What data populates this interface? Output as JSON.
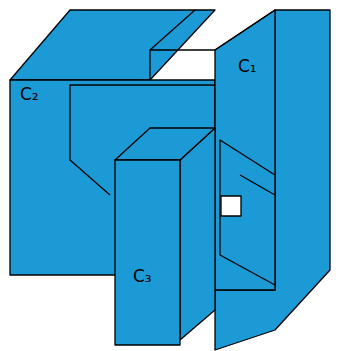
{
  "diagram": {
    "labels": [
      "C₂",
      "C₁",
      "C₃"
    ]
  }
}
